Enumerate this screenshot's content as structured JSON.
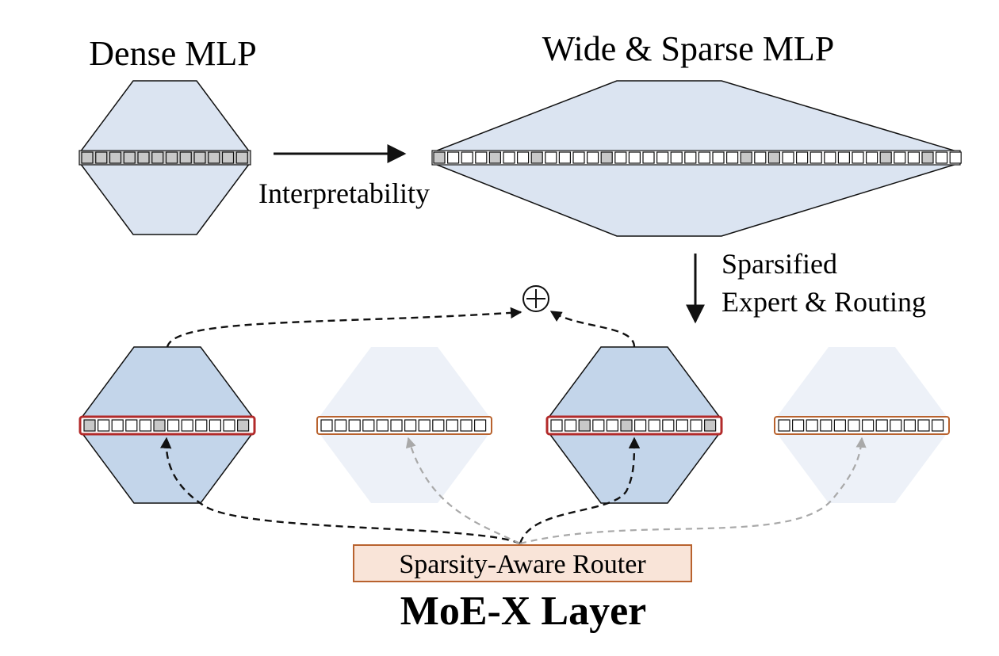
{
  "colors": {
    "hex_fill": "#dbe4f1",
    "hex_fill_active": "#c3d5ea",
    "hex_fill_faded": "#edf1f8",
    "hex_stroke": "#111111",
    "neuron_active": "#c8c8c8",
    "neuron_inactive": "#ffffff",
    "selected_border": "#b22a2a",
    "expert_border": "#b8622e",
    "router_fill": "#f9e4d8",
    "router_border": "#b8622e",
    "arrow_active": "#111111",
    "arrow_inactive": "#a9a9a9"
  },
  "labels": {
    "dense_mlp": "Dense MLP",
    "wide_sparse_mlp": "Wide & Sparse MLP",
    "interpretability": "Interpretability",
    "sparsified_line1": "Sparsified",
    "sparsified_line2": "Expert & Routing",
    "router": "Sparsity-Aware Router",
    "layer_title": "MoE-X Layer",
    "sum_symbol": "+"
  },
  "dense_mlp": {
    "neurons": [
      1,
      1,
      1,
      1,
      1,
      1,
      1,
      1,
      1,
      1,
      1,
      1
    ]
  },
  "wide_mlp": {
    "neurons": [
      1,
      0,
      0,
      0,
      1,
      0,
      0,
      1,
      0,
      0,
      0,
      0,
      1,
      0,
      0,
      0,
      0,
      0,
      0,
      0,
      0,
      0,
      1,
      0,
      1,
      0,
      0,
      0,
      0,
      0,
      0,
      0,
      1,
      0,
      0,
      1,
      0,
      0
    ]
  },
  "experts": [
    {
      "id": "expert-1",
      "selected": true,
      "neurons": [
        1,
        0,
        0,
        0,
        0,
        1,
        0,
        0,
        0,
        0,
        0,
        1
      ]
    },
    {
      "id": "expert-2",
      "selected": false,
      "neurons": [
        0,
        0,
        0,
        0,
        0,
        0,
        0,
        0,
        0,
        0,
        0,
        0
      ]
    },
    {
      "id": "expert-3",
      "selected": true,
      "neurons": [
        0,
        0,
        1,
        0,
        0,
        1,
        0,
        0,
        0,
        0,
        0,
        1
      ]
    },
    {
      "id": "expert-4",
      "selected": false,
      "neurons": [
        0,
        0,
        0,
        0,
        0,
        0,
        0,
        0,
        0,
        0,
        0,
        0
      ]
    }
  ]
}
